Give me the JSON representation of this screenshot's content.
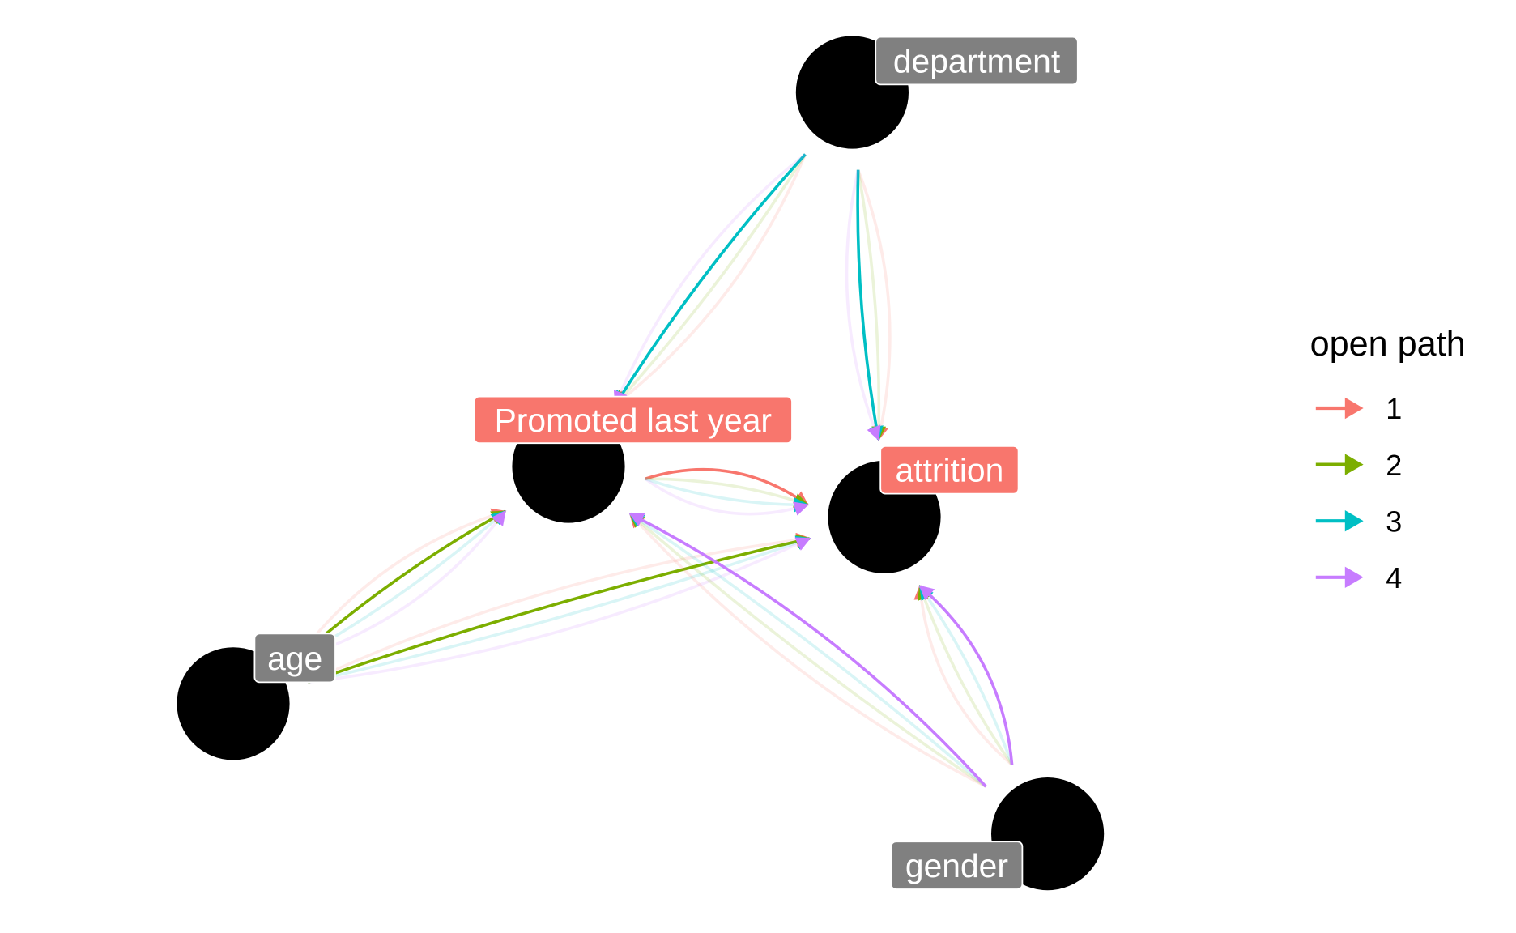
{
  "colors": {
    "1": "#F8766D",
    "2": "#7CAE00",
    "3": "#00BFC4",
    "4": "#C77CFF",
    "label_default": "#808080"
  },
  "nodes": [
    {
      "id": "department",
      "label": "department",
      "highlight": false
    },
    {
      "id": "promoted",
      "label": "Promoted last year",
      "highlight": true
    },
    {
      "id": "attrition",
      "label": "attrition",
      "highlight": true
    },
    {
      "id": "age",
      "label": "age",
      "highlight": false
    },
    {
      "id": "gender",
      "label": "gender",
      "highlight": false
    }
  ],
  "edges": [
    [
      "department",
      "promoted"
    ],
    [
      "department",
      "attrition"
    ],
    [
      "age",
      "promoted"
    ],
    [
      "age",
      "attrition"
    ],
    [
      "gender",
      "promoted"
    ],
    [
      "gender",
      "attrition"
    ],
    [
      "promoted",
      "attrition"
    ]
  ],
  "open_paths": [
    {
      "id": "1",
      "edges": [
        [
          "promoted",
          "attrition"
        ]
      ]
    },
    {
      "id": "2",
      "edges": [
        [
          "age",
          "promoted"
        ],
        [
          "age",
          "attrition"
        ]
      ]
    },
    {
      "id": "3",
      "edges": [
        [
          "department",
          "promoted"
        ],
        [
          "department",
          "attrition"
        ]
      ]
    },
    {
      "id": "4",
      "edges": [
        [
          "gender",
          "promoted"
        ],
        [
          "gender",
          "attrition"
        ]
      ]
    }
  ],
  "legend": {
    "title": "open path",
    "items": [
      "1",
      "2",
      "3",
      "4"
    ]
  }
}
